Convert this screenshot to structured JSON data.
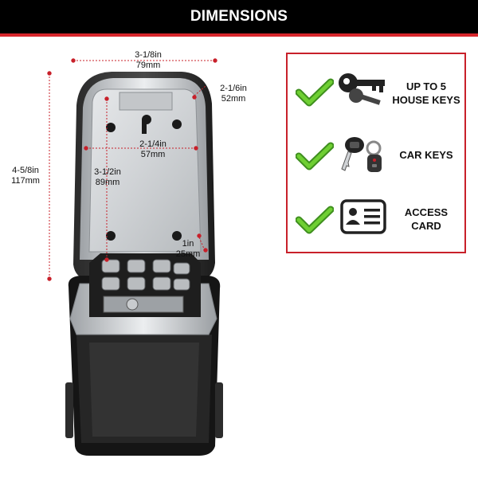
{
  "header": {
    "title": "DIMENSIONS"
  },
  "dimensions": {
    "width": {
      "imperial": "3-1/8in",
      "metric": "79mm"
    },
    "depth": {
      "imperial": "2-1/6in",
      "metric": "52mm"
    },
    "height": {
      "imperial": "4-5/8in",
      "metric": "117mm"
    },
    "inner_width": {
      "imperial": "2-1/4in",
      "metric": "57mm"
    },
    "inner_height": {
      "imperial": "3-1/2in",
      "metric": "89mm"
    },
    "inner_depth": {
      "imperial": "1in",
      "metric": "25mm"
    }
  },
  "features": [
    {
      "icon": "house-keys-icon",
      "line1": "UP TO 5",
      "line2": "HOUSE KEYS"
    },
    {
      "icon": "car-keys-icon",
      "line1": "CAR KEYS",
      "line2": ""
    },
    {
      "icon": "access-card-icon",
      "line1": "ACCESS",
      "line2": "CARD"
    }
  ],
  "colors": {
    "header_bg": "#000000",
    "accent_red": "#d7262c",
    "check_green": "#5cb82e"
  }
}
